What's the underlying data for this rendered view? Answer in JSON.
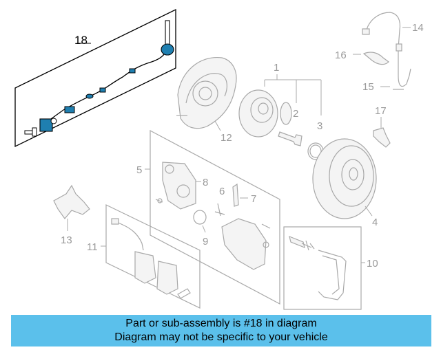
{
  "highlighted_part": {
    "callout": "18",
    "color": "#1f7fb0"
  },
  "callouts": {
    "c1": "1",
    "c2": "2",
    "c3": "3",
    "c4": "4",
    "c5": "5",
    "c6": "6",
    "c7": "7",
    "c8": "8",
    "c9": "9",
    "c10": "10",
    "c11": "11",
    "c12": "12",
    "c13": "13",
    "c14": "14",
    "c15": "15",
    "c16": "16",
    "c17": "17"
  },
  "banner": {
    "line1": "Part or sub-assembly is #18 in diagram",
    "line2": "Diagram may not be specific to your vehicle",
    "background": "#5bc0eb"
  },
  "colors": {
    "part_gray": "#a8a8a8",
    "highlight_blue": "#1f7fb0"
  }
}
